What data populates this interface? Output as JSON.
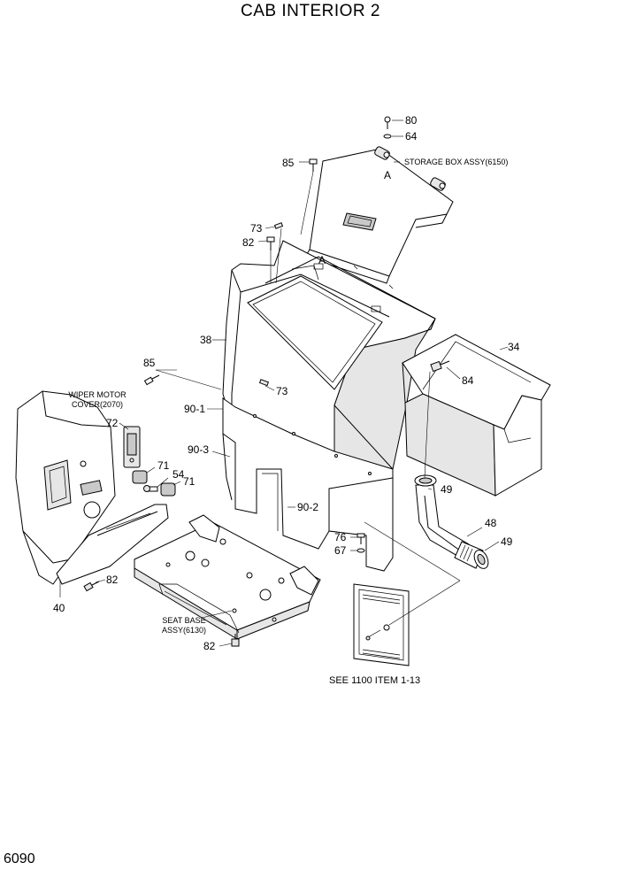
{
  "title": "CAB INTERIOR 2",
  "page_number": "6090",
  "callouts": {
    "p80": "80",
    "p64": "64",
    "p85a": "85",
    "p85b": "85",
    "p73a": "73",
    "p73b": "73",
    "p82a": "82",
    "p82b": "82",
    "p82c": "82",
    "p38": "38",
    "p34": "34",
    "p84": "84",
    "p90_1": "90-1",
    "p90_3": "90-3",
    "p90_2": "90-2",
    "p72": "72",
    "p71a": "71",
    "p71b": "71",
    "p54": "54",
    "p49a": "49",
    "p49b": "49",
    "p48": "48",
    "p76": "76",
    "p67": "67",
    "p40": "40",
    "refA1": "A",
    "refA2": "A"
  },
  "notes": {
    "storage_box": "STORAGE BOX ASSY(6150)",
    "wiper_line1": "WIPER MOTOR",
    "wiper_line2": "COVER(2070)",
    "seat_line1": "SEAT BASE",
    "seat_line2": "ASSY(6130)",
    "see_ref": "SEE 1100 ITEM 1-13"
  }
}
